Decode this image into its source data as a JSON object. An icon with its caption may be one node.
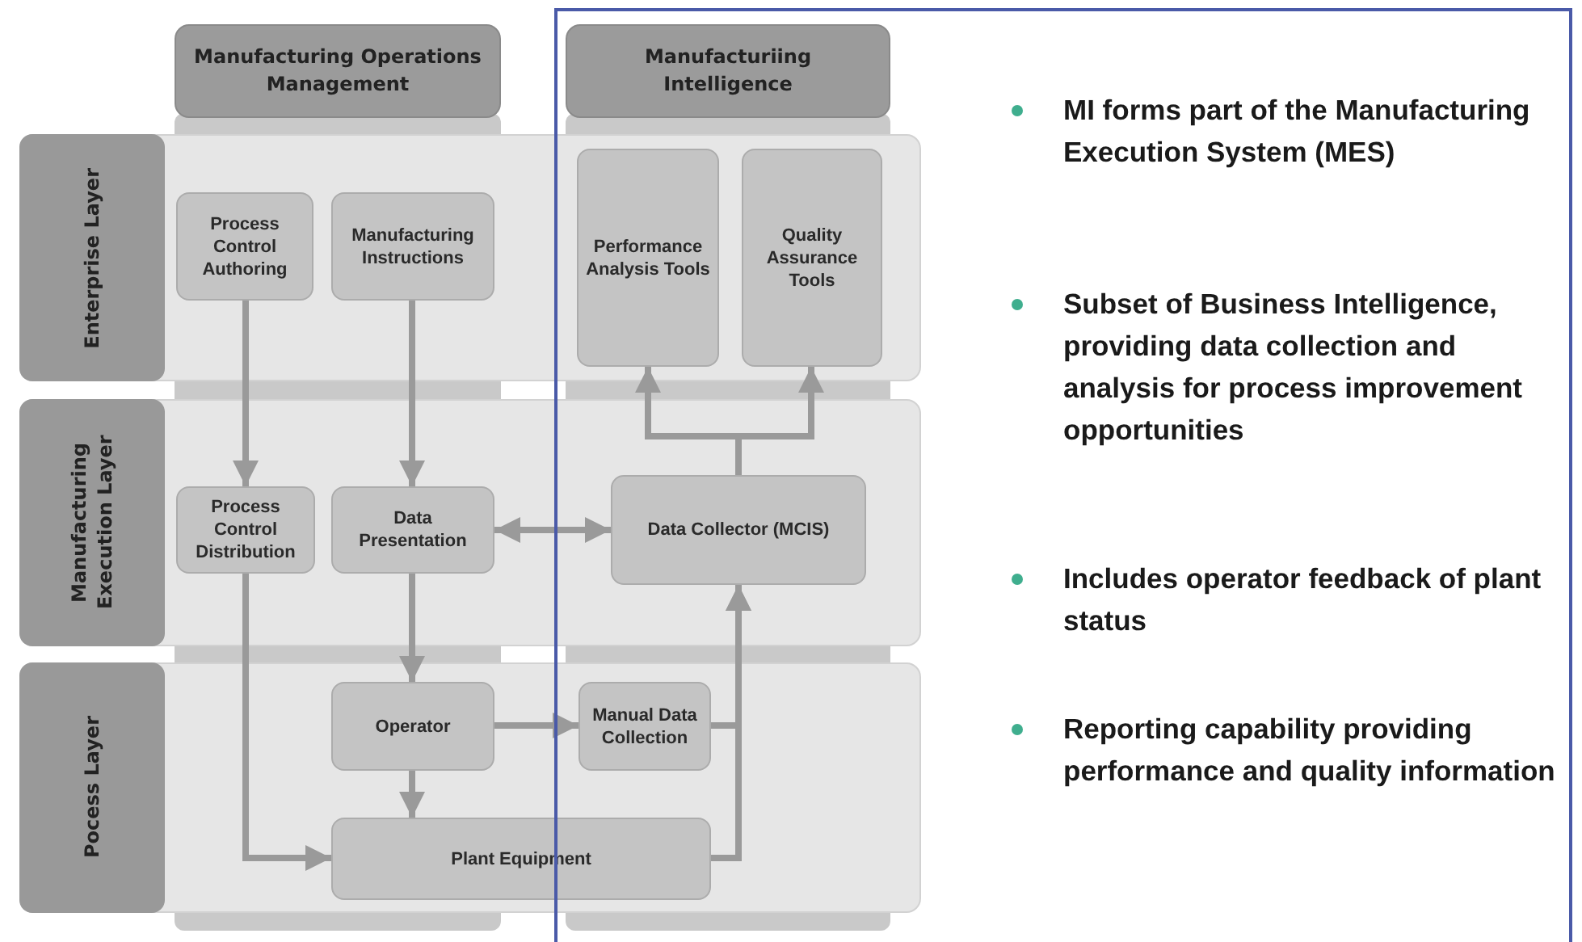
{
  "diagram": {
    "nodes": [
      {
        "text": [
          "Manufacturing Operations Management"
        ]
      },
      {
        "text": [
          "Manufacturiing Intelligence"
        ]
      },
      {
        "text": [
          "Enterprise Layer"
        ]
      },
      {
        "text": [
          "Process Control Authoring"
        ]
      },
      {
        "text": [
          "Manufacturing Instructions"
        ]
      },
      {
        "text": [
          "Performance Analysis Tools"
        ]
      },
      {
        "text": [
          "Quality Assurance Tools"
        ]
      },
      {
        "text": [
          "Manufacturing Execution Layer"
        ]
      },
      {
        "text": [
          "Process Control Distribution"
        ]
      },
      {
        "text": [
          "Data Presentation"
        ]
      },
      {
        "text": [
          "Data Collector (MCIS)"
        ]
      },
      {
        "text": [
          "Pocess Layer"
        ]
      },
      {
        "text": [
          "Operator"
        ]
      },
      {
        "text": [
          "Manual Data Collection"
        ]
      },
      {
        "text": [
          "Plant Equipment"
        ]
      }
    ],
    "edges": [
      {
        "from": 3,
        "to": 8,
        "arrow": "to"
      },
      {
        "from": 4,
        "to": 9,
        "arrow": "to"
      },
      {
        "from": 9,
        "to": 10,
        "arrow": "both"
      },
      {
        "from": 10,
        "to": 5,
        "arrow": "to"
      },
      {
        "from": 10,
        "to": 6,
        "arrow": "to"
      },
      {
        "from": 9,
        "to": 12,
        "arrow": "to"
      },
      {
        "from": 12,
        "to": 13,
        "arrow": "to"
      },
      {
        "from": 12,
        "to": 14,
        "arrow": "to"
      },
      {
        "from": 8,
        "to": 14,
        "arrow": "to"
      },
      {
        "from": 14,
        "to": 10,
        "arrow": "to"
      },
      {
        "from": 13,
        "to": 10,
        "arrow": "to"
      }
    ],
    "labels": [
      "MI forms part of the Manufacturing Execution System (MES)",
      "Subset of Business Intelligence, providing data collection and analysis for process improvement opportunities",
      "Includes operator feedback of plant status",
      "Reporting capability providing performance and quality information"
    ]
  }
}
